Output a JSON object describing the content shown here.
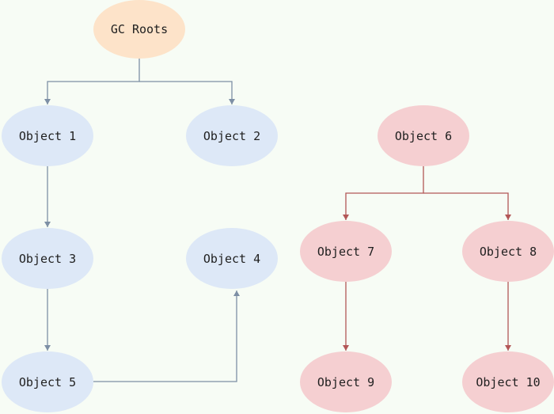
{
  "colors": {
    "background": "#f7fcf5",
    "root_fill": "#fde3c9",
    "reachable_fill": "#dde8f7",
    "unreachable_fill": "#f5cfd1",
    "reachable_edge": "#7d8fa5",
    "unreachable_edge": "#b35757"
  },
  "nodes": {
    "gc_roots": "GC Roots",
    "object_1": "Object 1",
    "object_2": "Object 2",
    "object_3": "Object 3",
    "object_4": "Object 4",
    "object_5": "Object 5",
    "object_6": "Object 6",
    "object_7": "Object 7",
    "object_8": "Object 8",
    "object_9": "Object 9",
    "object_10": "Object 10"
  },
  "edges": [
    {
      "from": "GC Roots",
      "to": "Object 1"
    },
    {
      "from": "GC Roots",
      "to": "Object 2"
    },
    {
      "from": "Object 1",
      "to": "Object 3"
    },
    {
      "from": "Object 3",
      "to": "Object 5"
    },
    {
      "from": "Object 5",
      "to": "Object 4"
    },
    {
      "from": "Object 6",
      "to": "Object 7"
    },
    {
      "from": "Object 6",
      "to": "Object 8"
    },
    {
      "from": "Object 7",
      "to": "Object 9"
    },
    {
      "from": "Object 8",
      "to": "Object 10"
    }
  ]
}
